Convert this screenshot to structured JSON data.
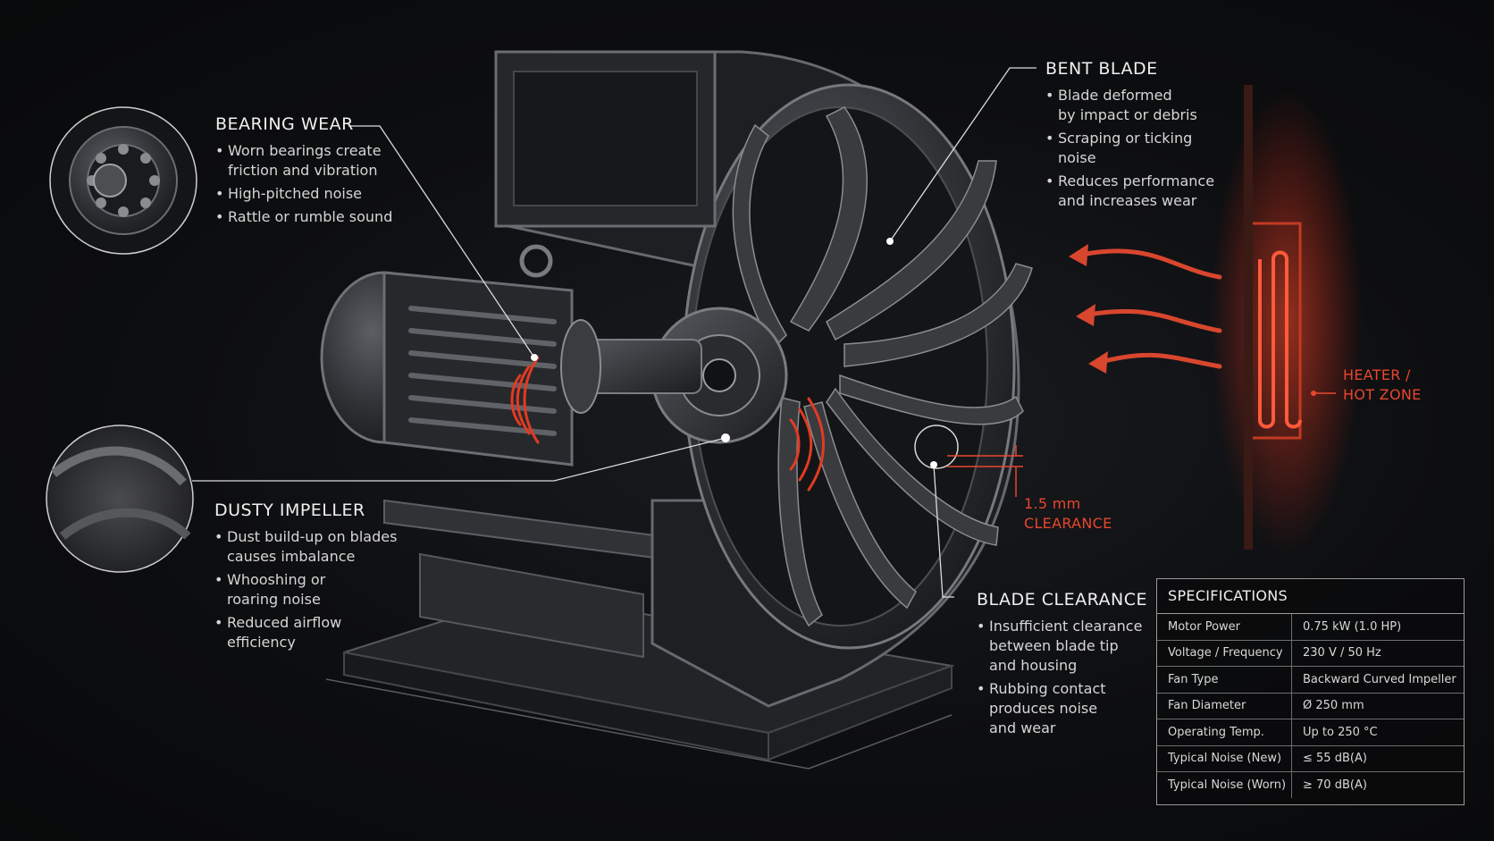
{
  "callouts": {
    "bearing_wear": {
      "title": "BEARING WEAR",
      "points": [
        "Worn bearings create\nfriction and vibration",
        "High-pitched noise",
        "Rattle or rumble sound"
      ]
    },
    "bent_blade": {
      "title": "BENT BLADE",
      "points": [
        "Blade deformed\nby impact or debris",
        "Scraping or ticking\nnoise",
        "Reduces performance\nand increases wear"
      ]
    },
    "dusty_impeller": {
      "title": "DUSTY IMPELLER",
      "points": [
        "Dust build-up on blades\ncauses imbalance",
        "Whooshing or\nroaring noise",
        "Reduced airflow\nefficiency"
      ]
    },
    "blade_clearance": {
      "title": "BLADE CLEARANCE",
      "points": [
        "Insufficient clearance\nbetween blade tip\nand housing",
        "Rubbing contact\nproduces noise\nand wear"
      ]
    }
  },
  "clearance_label": "1.5 mm\nCLEARANCE",
  "heater_label": "HEATER /\nHOT ZONE",
  "specs": {
    "title": "SPECIFICATIONS",
    "rows": [
      {
        "k": "Motor Power",
        "v": "0.75 kW (1.0 HP)"
      },
      {
        "k": "Voltage / Frequency",
        "v": "230 V / 50 Hz"
      },
      {
        "k": "Fan Type",
        "v": "Backward Curved Impeller"
      },
      {
        "k": "Fan Diameter",
        "v": "Ø 250 mm"
      },
      {
        "k": "Operating Temp.",
        "v": "Up to 250 °C"
      },
      {
        "k": "Typical Noise (New)",
        "v": "≤ 55 dB(A)"
      },
      {
        "k": "Typical Noise (Worn)",
        "v": "≥ 70 dB(A)"
      }
    ]
  },
  "colors": {
    "background": "#0b0c0e",
    "accent_red": "#e8462e",
    "metal_dark": "#2a2c30",
    "metal_light": "#6a6d72"
  }
}
